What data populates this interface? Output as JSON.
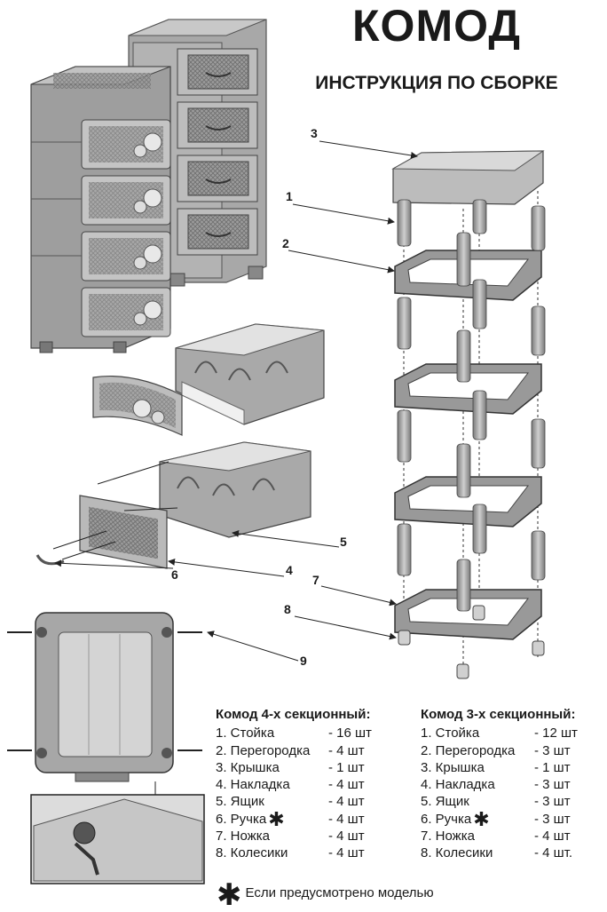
{
  "header": {
    "title": "КОМОД",
    "subtitle": "ИНСТРУКЦИЯ ПО СБОРКЕ"
  },
  "callouts": [
    "1",
    "2",
    "3",
    "4",
    "5",
    "6",
    "7",
    "8",
    "9"
  ],
  "list_4": {
    "heading": "Комод 4-х секционный:",
    "items": [
      {
        "name": "1. Стойка",
        "qty": "- 16 шт"
      },
      {
        "name": "2. Перегородка",
        "qty": "- 4 шт"
      },
      {
        "name": "3. Крышка",
        "qty": "- 1 шт"
      },
      {
        "name": "4. Накладка",
        "qty": "- 4 шт"
      },
      {
        "name": "5. Ящик",
        "qty": "- 4 шт"
      },
      {
        "name": "6. Ручка",
        "qty": "- 4 шт"
      },
      {
        "name": "7. Ножка",
        "qty": "- 4 шт"
      },
      {
        "name": "8. Колесики",
        "qty": "- 4 шт"
      }
    ]
  },
  "list_3": {
    "heading": "Комод 3-х секционный:",
    "items": [
      {
        "name": "1. Стойка",
        "qty": "- 12 шт"
      },
      {
        "name": "2. Перегородка",
        "qty": "- 3 шт"
      },
      {
        "name": "3. Крышка",
        "qty": "- 1 шт"
      },
      {
        "name": "4. Накладка",
        "qty": "- 3 шт"
      },
      {
        "name": "5. Ящик",
        "qty": "- 3 шт"
      },
      {
        "name": "6. Ручка",
        "qty": "- 3 шт"
      },
      {
        "name": "7. Ножка",
        "qty": "- 4 шт"
      },
      {
        "name": "8. Колесики",
        "qty": "- 4 шт."
      }
    ]
  },
  "asterisk": "✱",
  "footnote": "Если предусмотрено моделью"
}
